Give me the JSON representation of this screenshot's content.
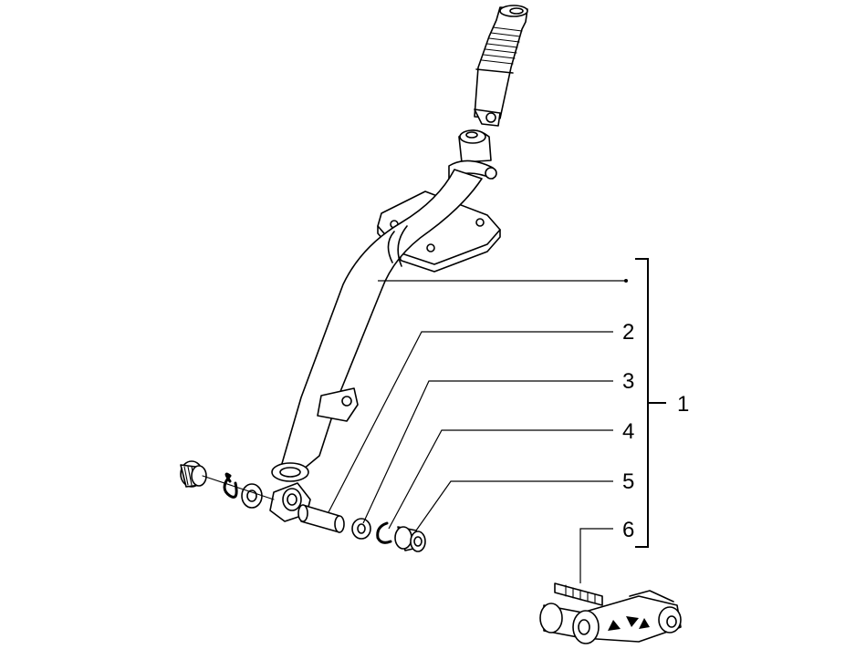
{
  "diagram": {
    "callouts": [
      {
        "id": "assembly",
        "label": "1"
      },
      {
        "id": "pin",
        "label": "2"
      },
      {
        "id": "washer",
        "label": "3"
      },
      {
        "id": "circlip",
        "label": "4"
      },
      {
        "id": "bushing",
        "label": "5"
      },
      {
        "id": "lever",
        "label": "6"
      }
    ]
  }
}
